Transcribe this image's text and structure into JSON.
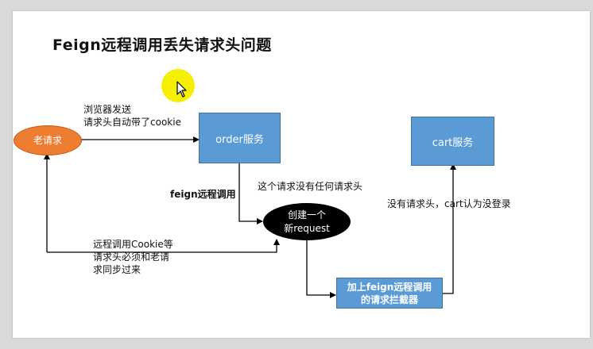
{
  "title": "Feign远程调用丢失请求头问题",
  "nodes": {
    "old_request": "老请求",
    "order_service": "order服务",
    "cart_service": "cart服务",
    "new_request_line1": "创建一个",
    "new_request_line2": "新request",
    "interceptor_line1": "加上feign远程调用",
    "interceptor_line2": "的请求拦截器"
  },
  "labels": {
    "browser_line1": "浏览器发送",
    "browser_line2": "请求头自动带了cookie",
    "feign_call": "feign远程调用",
    "no_headers": "这个请求没有任何请求头",
    "cart_not_logged": "没有请求头，cart认为没登录",
    "sync_line1": "远程调用Cookie等",
    "sync_line2": "请求头必须和老请",
    "sync_line3": "求同步过来"
  },
  "colors": {
    "blue_box": "#5b9bd5",
    "orange_ellipse": "#ed7d31",
    "black_ellipse": "#000000",
    "highlight": "#f4f000"
  }
}
